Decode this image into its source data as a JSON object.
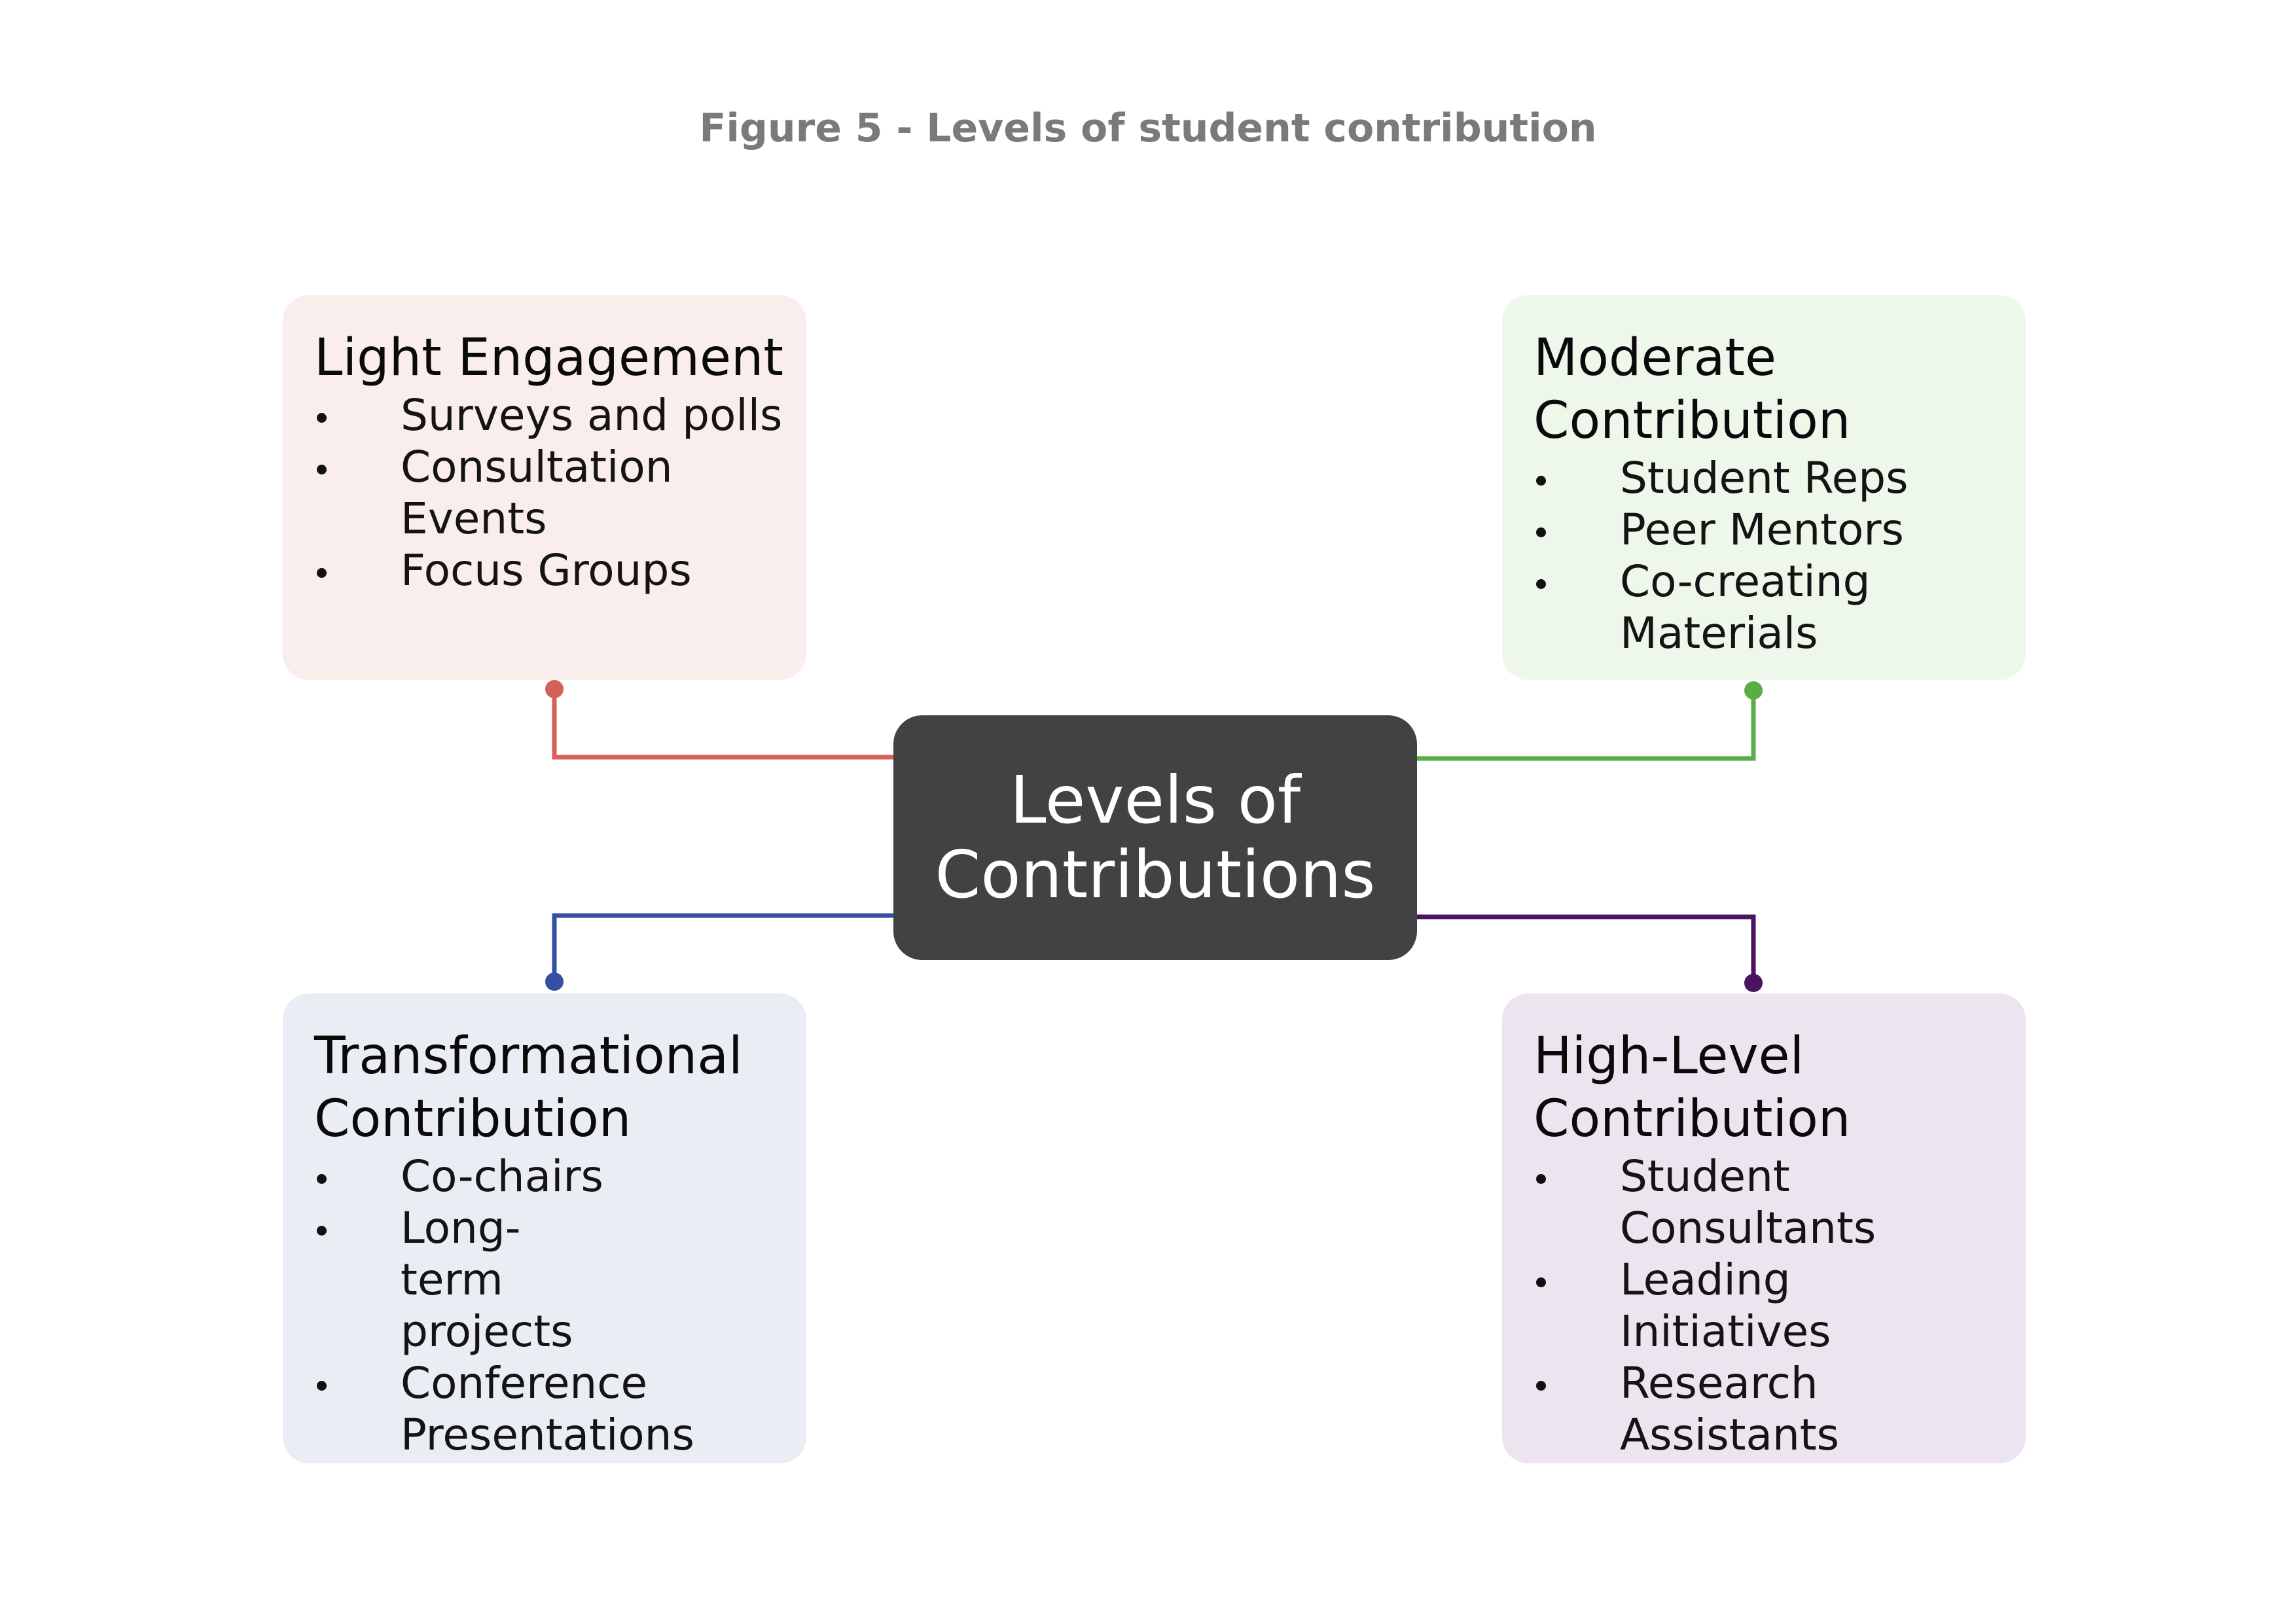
{
  "figure_title": "Figure 5 - Levels of student contribution",
  "center": {
    "label": "Levels of Contributions"
  },
  "colors": {
    "light": "#d6605a",
    "moderate": "#5aad45",
    "transformational": "#3550a3",
    "high": "#4a1462",
    "light_bg": "#f9eeec",
    "moderate_bg": "#edf7ea",
    "transformational_bg": "#eaedf4",
    "high_bg": "#ece4ef",
    "center_bg": "#424243"
  },
  "cards": {
    "light": {
      "title": "Light Engagement",
      "items": [
        "Surveys and polls",
        "Consultation Events",
        "Focus Groups"
      ]
    },
    "moderate": {
      "title": "Moderate Contribution",
      "items": [
        "Student Reps",
        "Peer Mentors",
        "Co-creating Materials"
      ]
    },
    "transformational": {
      "title": "Transformational Contribution",
      "items": [
        "Co-chairs",
        "Long-term projects",
        "Conference Presentations"
      ]
    },
    "high": {
      "title": "High-Level Contribution",
      "items": [
        "Student Consultants",
        "Leading Initiatives",
        "Research Assistants"
      ]
    }
  }
}
